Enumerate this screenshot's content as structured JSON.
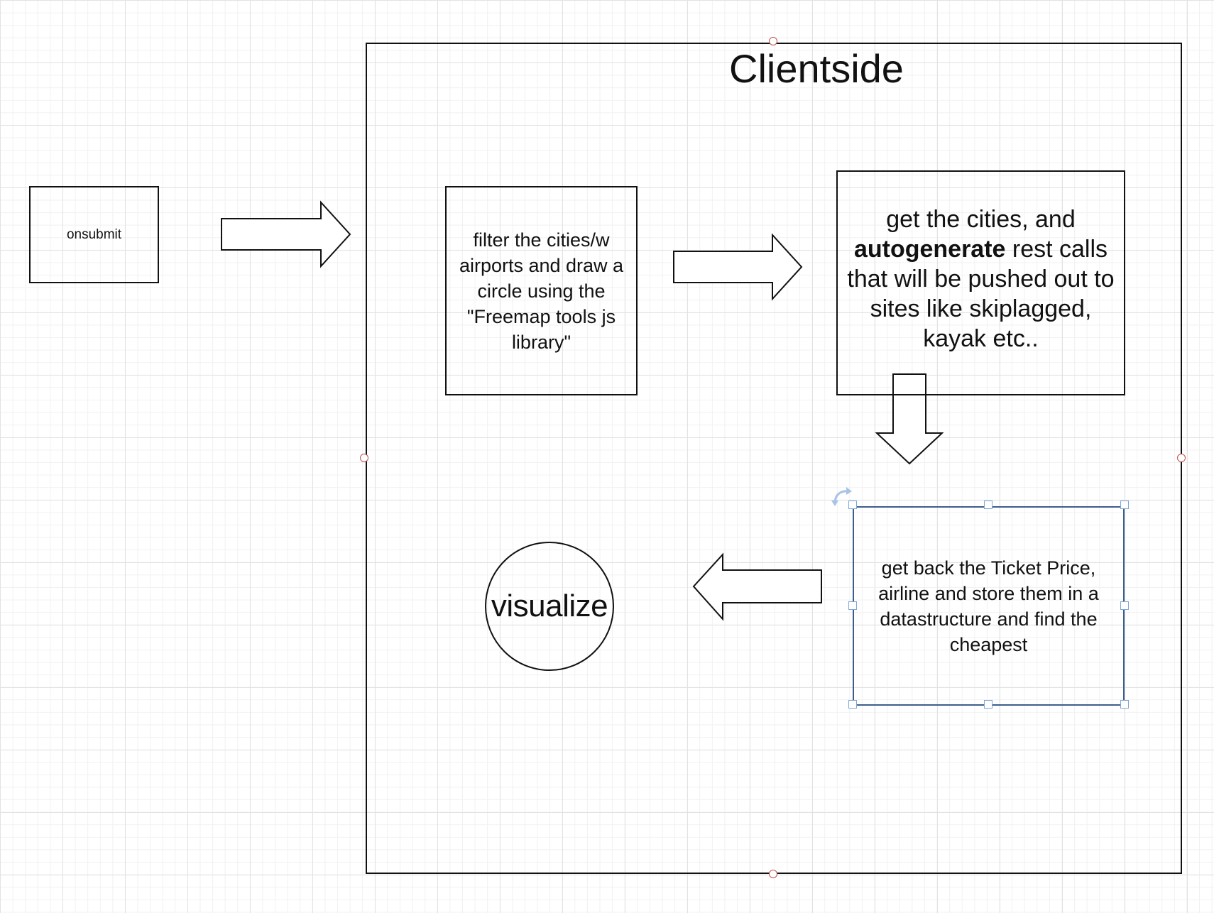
{
  "diagram": {
    "container": {
      "title": "Clientside"
    },
    "nodes": {
      "onsubmit": {
        "text": "onsubmit"
      },
      "filter": {
        "text": "filter the cities/w\nairports and draw a\ncircle using the\n\"Freemap tools js\nlibrary\""
      },
      "autogen": {
        "text_before": "get the cities, and\n",
        "text_bold": "autogenerate",
        "text_after": " rest calls\nthat will be pushed out to\nsites like skiplagged,\nkayak etc.."
      },
      "ticket": {
        "text": "get back the Ticket Price,\nairline and store them in a\ndatastructure and find the\ncheapest"
      },
      "visualize": {
        "text": "visualize"
      }
    },
    "edges": [
      {
        "from": "onsubmit",
        "to": "container",
        "style": "block-arrow"
      },
      {
        "from": "filter",
        "to": "autogen",
        "style": "block-arrow"
      },
      {
        "from": "autogen",
        "to": "ticket",
        "style": "block-arrow"
      },
      {
        "from": "ticket",
        "to": "visualize",
        "style": "block-arrow"
      }
    ],
    "selected_node": "ticket",
    "colors": {
      "stroke": "#111111",
      "selection": "#7fa7d8",
      "selected_border": "#3d5d8c",
      "anchor": "#c0504d",
      "grid": "#e2e2e2"
    }
  }
}
